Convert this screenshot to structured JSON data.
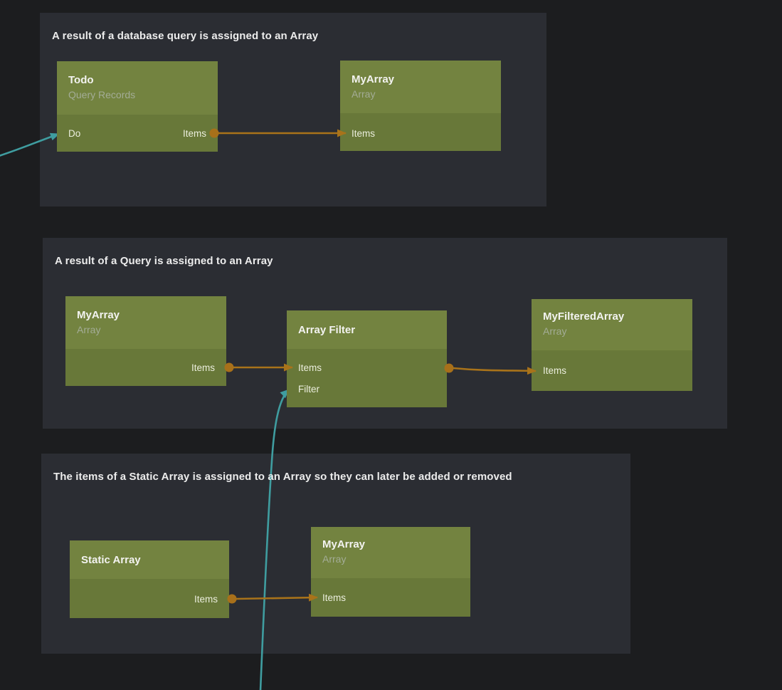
{
  "canvas": {
    "background": "#1c1d1f",
    "panel_background": "#2b2d33",
    "node_header_color": "#738340",
    "node_body_color": "#687839",
    "connection_orange": "#a9731a",
    "connection_teal": "#3f9da0"
  },
  "panels": [
    {
      "title": "A result of a database query is assigned to an Array"
    },
    {
      "title": "A result of a Query is assigned to an Array"
    },
    {
      "title": "The items of a Static Array is assigned to an Array so they can later be added or removed"
    }
  ],
  "nodes": {
    "todo": {
      "title": "Todo",
      "subtitle": "Query Records",
      "ports": {
        "in": [
          "Do"
        ],
        "out": [
          "Items"
        ]
      }
    },
    "myarray_top": {
      "title": "MyArray",
      "subtitle": "Array",
      "ports": {
        "in": [
          "Items"
        ],
        "out": []
      }
    },
    "myarray_mid": {
      "title": "MyArray",
      "subtitle": "Array",
      "ports": {
        "in": [],
        "out": [
          "Items"
        ]
      }
    },
    "array_filter": {
      "title": "Array Filter",
      "subtitle": "",
      "ports": {
        "in": [
          "Items",
          "Filter"
        ],
        "out": []
      }
    },
    "myfilteredarray": {
      "title": "MyFilteredArray",
      "subtitle": "Array",
      "ports": {
        "in": [
          "Items"
        ],
        "out": []
      }
    },
    "static_array": {
      "title": "Static Array",
      "subtitle": "",
      "ports": {
        "in": [],
        "out": [
          "Items"
        ]
      }
    },
    "myarray_bottom": {
      "title": "MyArray",
      "subtitle": "Array",
      "ports": {
        "in": [
          "Items"
        ],
        "out": []
      }
    }
  },
  "connections": [
    {
      "from": "Todo.Items",
      "to": "MyArray.Items (top)",
      "color": "#a9731a"
    },
    {
      "from": "offscreen-left",
      "to": "Todo.Do",
      "color": "#3f9da0"
    },
    {
      "from": "MyArray.Items (mid)",
      "to": "Array Filter.Items",
      "color": "#a9731a"
    },
    {
      "from": "Array Filter",
      "to": "MyFilteredArray.Items",
      "color": "#a9731a"
    },
    {
      "from": "offscreen-bottom",
      "to": "Array Filter.Filter",
      "color": "#3f9da0"
    },
    {
      "from": "Static Array.Items",
      "to": "MyArray.Items (bottom)",
      "color": "#a9731a"
    }
  ]
}
